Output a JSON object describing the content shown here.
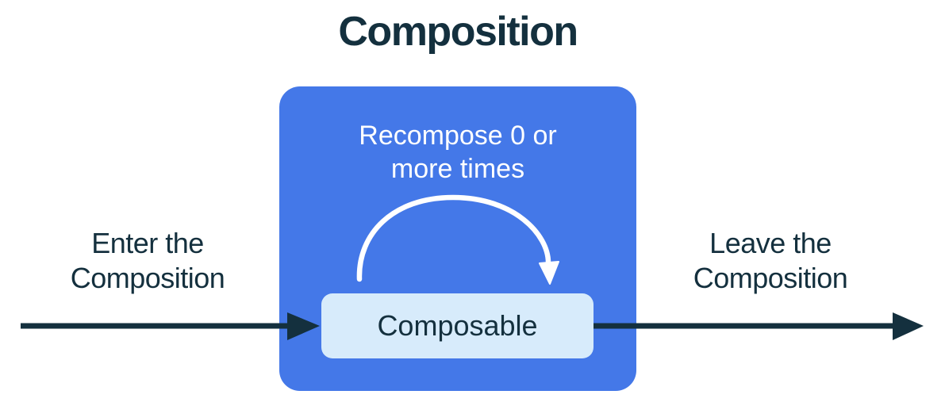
{
  "title": "Composition",
  "colors": {
    "background": "#FFFFFF",
    "dark_navy": "#14303E",
    "accent_blue": "#4478E8",
    "composable_fill": "#D7EBFB",
    "arc_white": "#FFFFFF"
  },
  "composition_box": {
    "recompose_label": "Recompose 0 or\nmore times",
    "composable_label": "Composable"
  },
  "labels": {
    "enter": "Enter the\nComposition",
    "leave": "Leave the\nComposition"
  },
  "icons": {
    "enter_arrow": "straight-right-arrow",
    "leave_arrow": "straight-right-arrow",
    "recompose_arrow": "curved-clockwise-arc-arrow"
  }
}
